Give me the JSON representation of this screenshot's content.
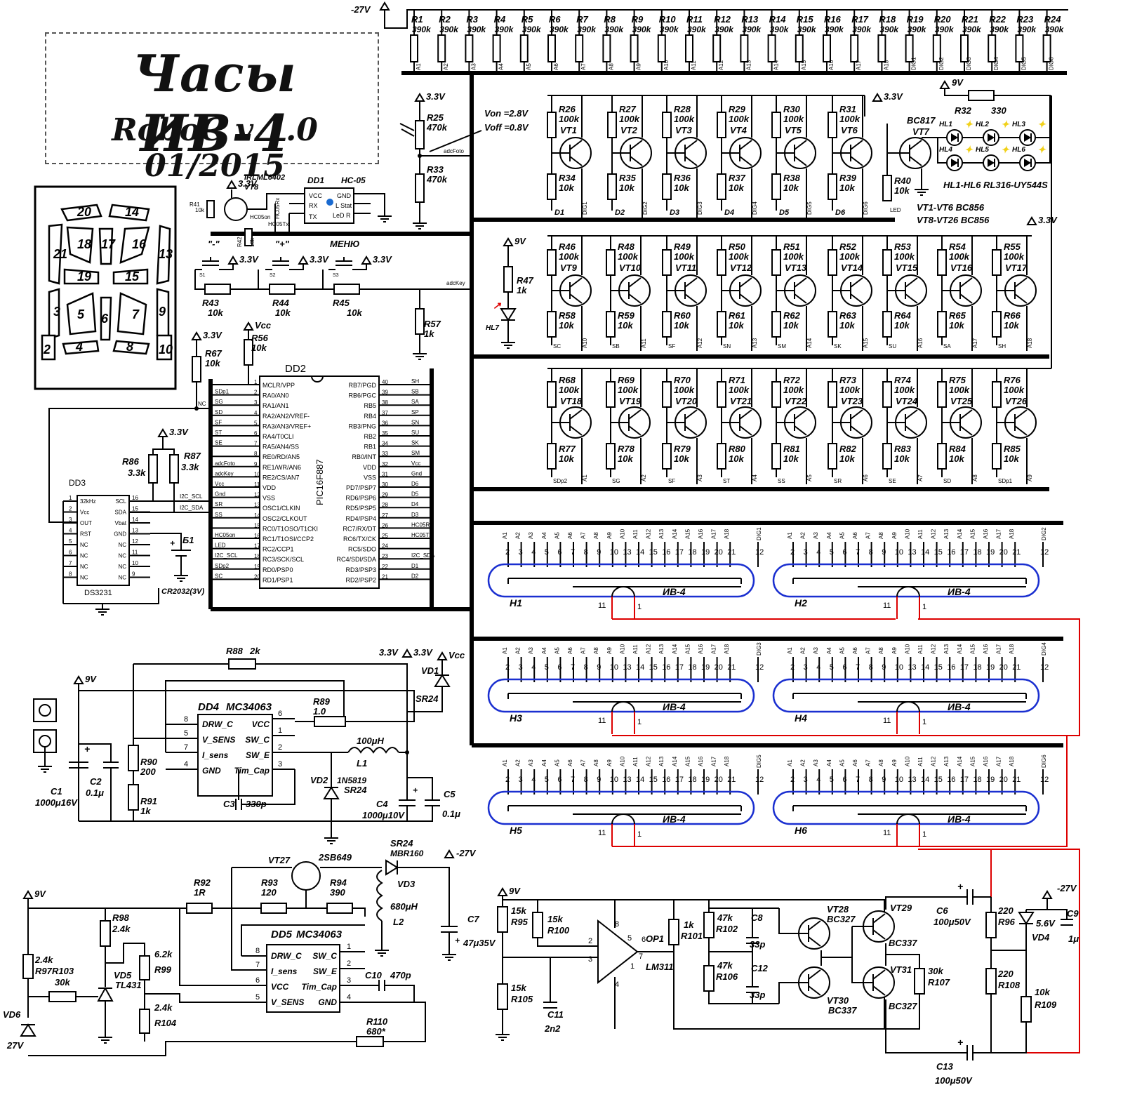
{
  "title_block": {
    "title": "Часы ИВ-4",
    "subtitle": "RoboC v 1.0 01/2015"
  },
  "rails": {
    "m27": "-27V",
    "v33": "3.3V",
    "v9": "9V",
    "vcc": "Vcc"
  },
  "top_resistors": {
    "names": [
      "R1",
      "R2",
      "R3",
      "R4",
      "R5",
      "R6",
      "R7",
      "R8",
      "R9",
      "R10",
      "R11",
      "R12",
      "R13",
      "R14",
      "R15",
      "R16",
      "R17",
      "R18",
      "R19",
      "R20",
      "R21",
      "R22",
      "R23",
      "R24"
    ],
    "value": "390k",
    "nets": [
      "A1",
      "A2",
      "A3",
      "A4",
      "A5",
      "A6",
      "A7",
      "A8",
      "A9",
      "A10",
      "A11",
      "A12",
      "A13",
      "A14",
      "A15",
      "A16",
      "A17",
      "A18",
      "DIG1",
      "DIG2",
      "DIG3",
      "DIG4",
      "DIG5",
      "DIG6"
    ]
  },
  "light_sensor": {
    "r_top": "R25",
    "r_top_val": "470k",
    "r_bot": "R33",
    "r_bot_val": "470k",
    "von": "Von =2.8V",
    "voff": "Voff =0.8V",
    "net": "adcFoto"
  },
  "digit_drivers": [
    {
      "rb": "R26",
      "vt": "VT1",
      "re": "R34",
      "d": "D1",
      "dig": "DIG1"
    },
    {
      "rb": "R27",
      "vt": "VT2",
      "re": "R35",
      "d": "D2",
      "dig": "DIG2"
    },
    {
      "rb": "R28",
      "vt": "VT3",
      "re": "R36",
      "d": "D3",
      "dig": "DIG3"
    },
    {
      "rb": "R29",
      "vt": "VT4",
      "re": "R37",
      "d": "D4",
      "dig": "DIG4"
    },
    {
      "rb": "R30",
      "vt": "VT5",
      "re": "R38",
      "d": "D5",
      "dig": "DIG5"
    },
    {
      "rb": "R31",
      "vt": "VT6",
      "re": "R39",
      "d": "D6",
      "dig": "DIG6"
    }
  ],
  "r100k": "100k",
  "r10k": "10k",
  "led_block": {
    "vt": "VT7",
    "type": "BC817",
    "rb": "R40",
    "rb_val": "10k",
    "net": "LED",
    "r": "R32",
    "r_val": "330",
    "leds": [
      "HL1",
      "HL2",
      "HL3",
      "HL4",
      "HL5",
      "HL6"
    ],
    "caption": "HL1-HL6 RL316-UY544S",
    "note1": "VT1-VT6 BC856",
    "note2": "VT8-VT26 BC856"
  },
  "seg_row1": {
    "hl7": "HL7",
    "r47": "R47",
    "r47v": "1k",
    "items": [
      {
        "rb": "R46",
        "vt": "VT9",
        "re": "R58",
        "n": "SC",
        "a": "A10"
      },
      {
        "rb": "R48",
        "vt": "VT10",
        "re": "R59",
        "n": "SB",
        "a": "A11"
      },
      {
        "rb": "R49",
        "vt": "VT11",
        "re": "R60",
        "n": "SF",
        "a": "A12"
      },
      {
        "rb": "R50",
        "vt": "VT12",
        "re": "R61",
        "n": "SN",
        "a": "A13"
      },
      {
        "rb": "R51",
        "vt": "VT13",
        "re": "R62",
        "n": "SM",
        "a": "A14"
      },
      {
        "rb": "R52",
        "vt": "VT14",
        "re": "R63",
        "n": "SK",
        "a": "A15"
      },
      {
        "rb": "R53",
        "vt": "VT15",
        "re": "R64",
        "n": "SU",
        "a": "A16"
      },
      {
        "rb": "R54",
        "vt": "VT16",
        "re": "R65",
        "n": "SA",
        "a": "A17"
      },
      {
        "rb": "R55",
        "vt": "VT17",
        "re": "R66",
        "n": "SH",
        "a": "A18"
      }
    ]
  },
  "seg_row2": [
    {
      "rb": "R68",
      "vt": "VT18",
      "re": "R77",
      "n": "SDp2",
      "a": "A1"
    },
    {
      "rb": "R69",
      "vt": "VT19",
      "re": "R78",
      "n": "SG",
      "a": "A2"
    },
    {
      "rb": "R70",
      "vt": "VT20",
      "re": "R79",
      "n": "SF",
      "a": "A3"
    },
    {
      "rb": "R71",
      "vt": "VT21",
      "re": "R80",
      "n": "ST",
      "a": "A4"
    },
    {
      "rb": "R72",
      "vt": "VT22",
      "re": "R81",
      "n": "SS",
      "a": "A5"
    },
    {
      "rb": "R73",
      "vt": "VT23",
      "re": "R82",
      "n": "SR",
      "a": "A6"
    },
    {
      "rb": "R74",
      "vt": "VT24",
      "re": "R83",
      "n": "SE",
      "a": "A7"
    },
    {
      "rb": "R75",
      "vt": "VT25",
      "re": "R84",
      "n": "SD",
      "a": "A8"
    },
    {
      "rb": "R76",
      "vt": "VT26",
      "re": "R85",
      "n": "SDp1",
      "a": "A9"
    }
  ],
  "bt": {
    "dd1": "DD1",
    "dd1t": "HC-05",
    "vt8": "VT8",
    "vt8t": "IRLML6402",
    "r41": "R41",
    "r41v": "10k",
    "r42": "R42",
    "r42v": "10k",
    "vcc": "VCC",
    "gnd": "GND",
    "rx": "RX",
    "tx": "TX",
    "stat": "L Stat",
    "led": "LeD R",
    "pow": "HC05on",
    "ntx": "HC05Tx",
    "nrx": "HC05Rx"
  },
  "buttons": {
    "minus": "\"-\"",
    "plus": "\"+\"",
    "menu": "МЕНЮ",
    "r43": "R43",
    "r44": "R44",
    "r45": "R45",
    "rv": "10k",
    "r57": "R57",
    "r57v": "1k",
    "net": "adcKey",
    "s1": "S1",
    "s2": "S2",
    "s3": "S3"
  },
  "mcu": {
    "name": "DD2",
    "part": "PIC16F887",
    "r56": "R56",
    "r56v": "10k",
    "r67": "R67",
    "r67v": "10k",
    "nc": "NC",
    "left": [
      "MCLR/VPP",
      "RA0/AN0",
      "RA1/AN1",
      "RA2/AN2/VREF-",
      "RA3/AN3/VREF+",
      "RA4/T0CLI",
      "RA5/AN4/SS",
      "RE0/RD/AN5",
      "RE1/WR/AN6",
      "RE2/CS/AN7",
      "VDD",
      "VSS",
      "OSC1/CLKIN",
      "OSC2/CLKOUT",
      "RC0/T1OSO/T1CKI",
      "RC1/T1OSI/CCP2",
      "RC2/CCP1",
      "RC3/SCK/SCL",
      "RD0/PSP0",
      "RD1/PSP1"
    ],
    "left_nets": [
      "",
      "SDp1",
      "SG",
      "SD",
      "SF",
      "ST",
      "SE",
      "",
      "adcFoto",
      "adcKey",
      "Vcc",
      "Gnd",
      "SR",
      "SS",
      "",
      "HC05on",
      "LED",
      "I2C_SCL",
      "SDp2",
      "SC"
    ],
    "right": [
      "RB7/PGD",
      "RB6/PGC",
      "RB5",
      "RB4",
      "RB3/PNG",
      "RB2",
      "RB1",
      "RB0/INT",
      "VDD",
      "VSS",
      "PD7/PSP7",
      "RD6/PSP6",
      "RD5/PSP5",
      "RD4/PSP4",
      "RC7/RX/DT",
      "RC6/TX/CK",
      "RC5/SDO",
      "RC4/SDI/SDA",
      "RD3/PSP3",
      "RD2/PSP2"
    ],
    "right_nets": [
      "SH",
      "SB",
      "SA",
      "SP",
      "SN",
      "SU",
      "SK",
      "SM",
      "Vcc",
      "Gnd",
      "D6",
      "D5",
      "D4",
      "D3",
      "HC05Rx",
      "HC05Tx",
      "",
      "I2C_SDA",
      "D1",
      "D2"
    ]
  },
  "rtc": {
    "name": "DD3",
    "part": "DS3231",
    "r86": "R86",
    "r86v": "3.3k",
    "r87": "R87",
    "r87v": "3.3k",
    "left": [
      "32kHz",
      "Vcc",
      "OUT",
      "RST",
      "NC",
      "NC",
      "NC",
      "NC"
    ],
    "right": [
      "SCL",
      "SDA",
      "Vbat",
      "GND",
      "NC",
      "NC",
      "NC",
      "NC"
    ],
    "scl": "I2C_SCL",
    "sda": "I2C_SDA",
    "bat": "Б1",
    "bat_t": "CR2032(3V)"
  },
  "tubes": [
    {
      "h": "H1",
      "dig": "DIG1"
    },
    {
      "h": "H2",
      "dig": "DIG2"
    },
    {
      "h": "H3",
      "dig": "DIG3"
    },
    {
      "h": "H4",
      "dig": "DIG4"
    },
    {
      "h": "H5",
      "dig": "DIG5"
    },
    {
      "h": "H6",
      "dig": "DIG6"
    }
  ],
  "tube_type": "ИВ-4",
  "tube_pins": [
    "2",
    "3",
    "4",
    "5",
    "6",
    "7",
    "8",
    "9",
    "10",
    "13",
    "14",
    "15",
    "16",
    "17",
    "18",
    "19",
    "20",
    "21"
  ],
  "tube_seg": [
    "A1",
    "A2",
    "A3",
    "A4",
    "A5",
    "A6",
    "A7",
    "A8",
    "A9",
    "A10",
    "A11",
    "A12",
    "A13",
    "A14",
    "A15",
    "A16",
    "A17",
    "A18"
  ],
  "psu1": {
    "dd": "DD4",
    "part": "MC34063",
    "pins_l": [
      "DRW_C",
      "V_SENS",
      "I_sens",
      "GND"
    ],
    "pins_r": [
      "VCC",
      "SW_C",
      "SW_E",
      "Tim_Cap"
    ],
    "r88": "R88",
    "r88v": "2k",
    "r89": "R89",
    "r89v": "1.0",
    "r90": "R90",
    "r90v": "200",
    "r91": "R91",
    "r91v": "1k",
    "c1": "C1",
    "c1v": "1000μ16V",
    "c2": "C2",
    "c2v": "0.1μ",
    "c3": "C3",
    "c3v": "330p",
    "c4": "C4",
    "c4v": "1000μ10V",
    "c5": "C5",
    "c5v": "0.1μ",
    "l1": "L1",
    "l1v": "100μH",
    "vd1": "VD1",
    "vd1t": "SR24",
    "vd2": "VD2",
    "vd2t": "1N5819",
    "vd2t2": "SR24"
  },
  "psu2": {
    "dd": "DD5",
    "part": "MC34063",
    "vt": "VT27",
    "vtt": "2SB649",
    "r92": "R92",
    "r92v": "1R",
    "r93": "R93",
    "r93v": "120",
    "r94": "R94",
    "r94v": "390",
    "l2": "L2",
    "l2v": "680μH",
    "vd3": "VD3",
    "vd3t": "SR24",
    "vd3t2": "MBR160",
    "c7": "C7",
    "c7v": "47μ35V",
    "c10": "C10",
    "c10v": "470p",
    "r97": "R97",
    "r97v": "2.4k",
    "r103": "R103",
    "r103v": "30k",
    "r98": "R98",
    "r98v": "2.4k",
    "r99": "R99",
    "r99v": "6.2k",
    "r104": "R104",
    "r104v": "2.4k",
    "vd5": "VD5",
    "vd5t": "TL431",
    "vd6": "VD6",
    "vd6v": "27V",
    "r110": "R110",
    "r110v": "680*",
    "pins_l": [
      "DRW_C",
      "I_sens",
      "VCC",
      "V_SENS"
    ],
    "pins_r": [
      "SW_C",
      "SW_E",
      "Tim_Cap",
      "GND"
    ]
  },
  "filament": {
    "r95": "R95",
    "r95v": "15k",
    "r100": "R100",
    "r100v": "15k",
    "r105": "R105",
    "r105v": "15k",
    "c11": "C11",
    "c11v": "2n2",
    "op": "OP1",
    "opt": "LM311",
    "r101": "R101",
    "r101v": "1k",
    "r102": "R102",
    "r102v": "47k",
    "r106": "R106",
    "r106v": "47k",
    "c8": "C8",
    "c8v": "33p",
    "c12": "C12",
    "c12v": "33p",
    "vt28": "VT28",
    "vt28t": "BC327",
    "vt29": "VT29",
    "vt29t": "BC337",
    "vt30": "VT30",
    "vt30t": "BC337",
    "vt31": "VT31",
    "vt31t": "BC327",
    "r107": "R107",
    "r107v": "30k",
    "c6": "C6",
    "c6v": "100μ50V",
    "c13": "C13",
    "c13v": "100μ50V",
    "r96": "R96",
    "r96v": "220",
    "r108": "R108",
    "r108v": "220",
    "vd4": "VD4",
    "vd4v": "5.6V",
    "c9": "C9",
    "c9v": "1μ",
    "r109": "R109",
    "r109v": "10k"
  }
}
